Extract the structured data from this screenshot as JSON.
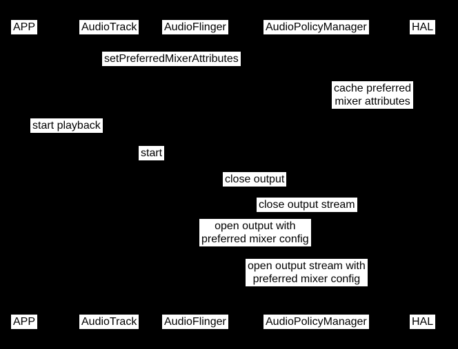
{
  "diagram": {
    "type": "sequence-diagram",
    "colors": {
      "background": "#000000",
      "label_background": "#ffffff",
      "label_text": "#000000"
    },
    "participants": [
      {
        "label": "APP"
      },
      {
        "label": "AudioTrack"
      },
      {
        "label": "AudioFlinger"
      },
      {
        "label": "AudioPolicyManager"
      },
      {
        "label": "HAL"
      }
    ],
    "messages": [
      {
        "label": "setPreferredMixerAttributes"
      },
      {
        "label": "cache preferred\nmixer attributes"
      },
      {
        "label": "start playback"
      },
      {
        "label": "start"
      },
      {
        "label": "close output"
      },
      {
        "label": "close output stream"
      },
      {
        "label": "open output with\npreferred mixer config"
      },
      {
        "label": "open output stream with\npreferred mixer config"
      }
    ]
  }
}
